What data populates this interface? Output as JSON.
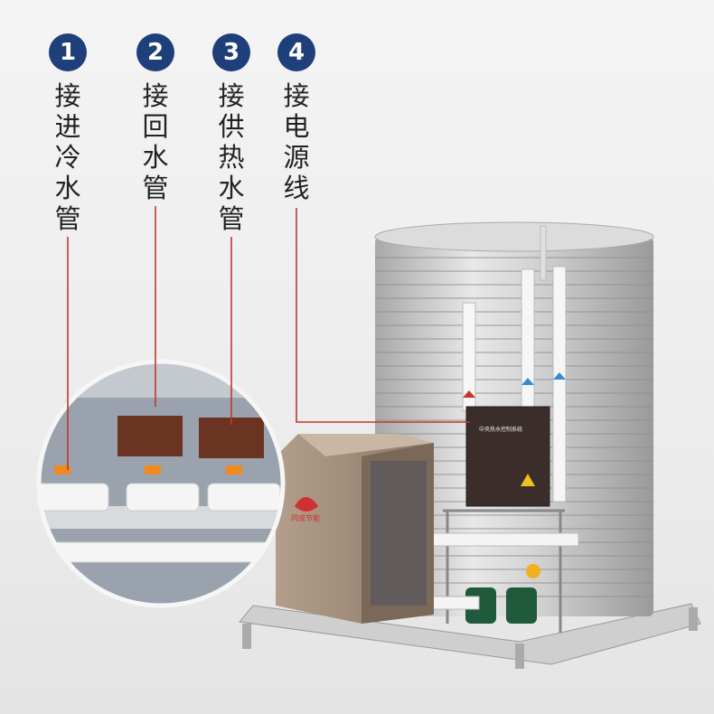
{
  "callouts": [
    {
      "number": "1",
      "chars": [
        "接",
        "进",
        "冷",
        "水",
        "管"
      ]
    },
    {
      "number": "2",
      "chars": [
        "接",
        "回",
        "水",
        "管"
      ]
    },
    {
      "number": "3",
      "chars": [
        "接",
        "供",
        "热",
        "水",
        "管"
      ]
    },
    {
      "number": "4",
      "chars": [
        "接",
        "电",
        "源",
        "线"
      ]
    }
  ],
  "unit": {
    "brand": "同成节能"
  },
  "control_box": {
    "title": "中央热水控制系统"
  },
  "colors": {
    "badge": "#1f3f7a",
    "leader_line": "#c0392b",
    "unit_body": "#a08a78",
    "tank": "#c9c9c9"
  }
}
